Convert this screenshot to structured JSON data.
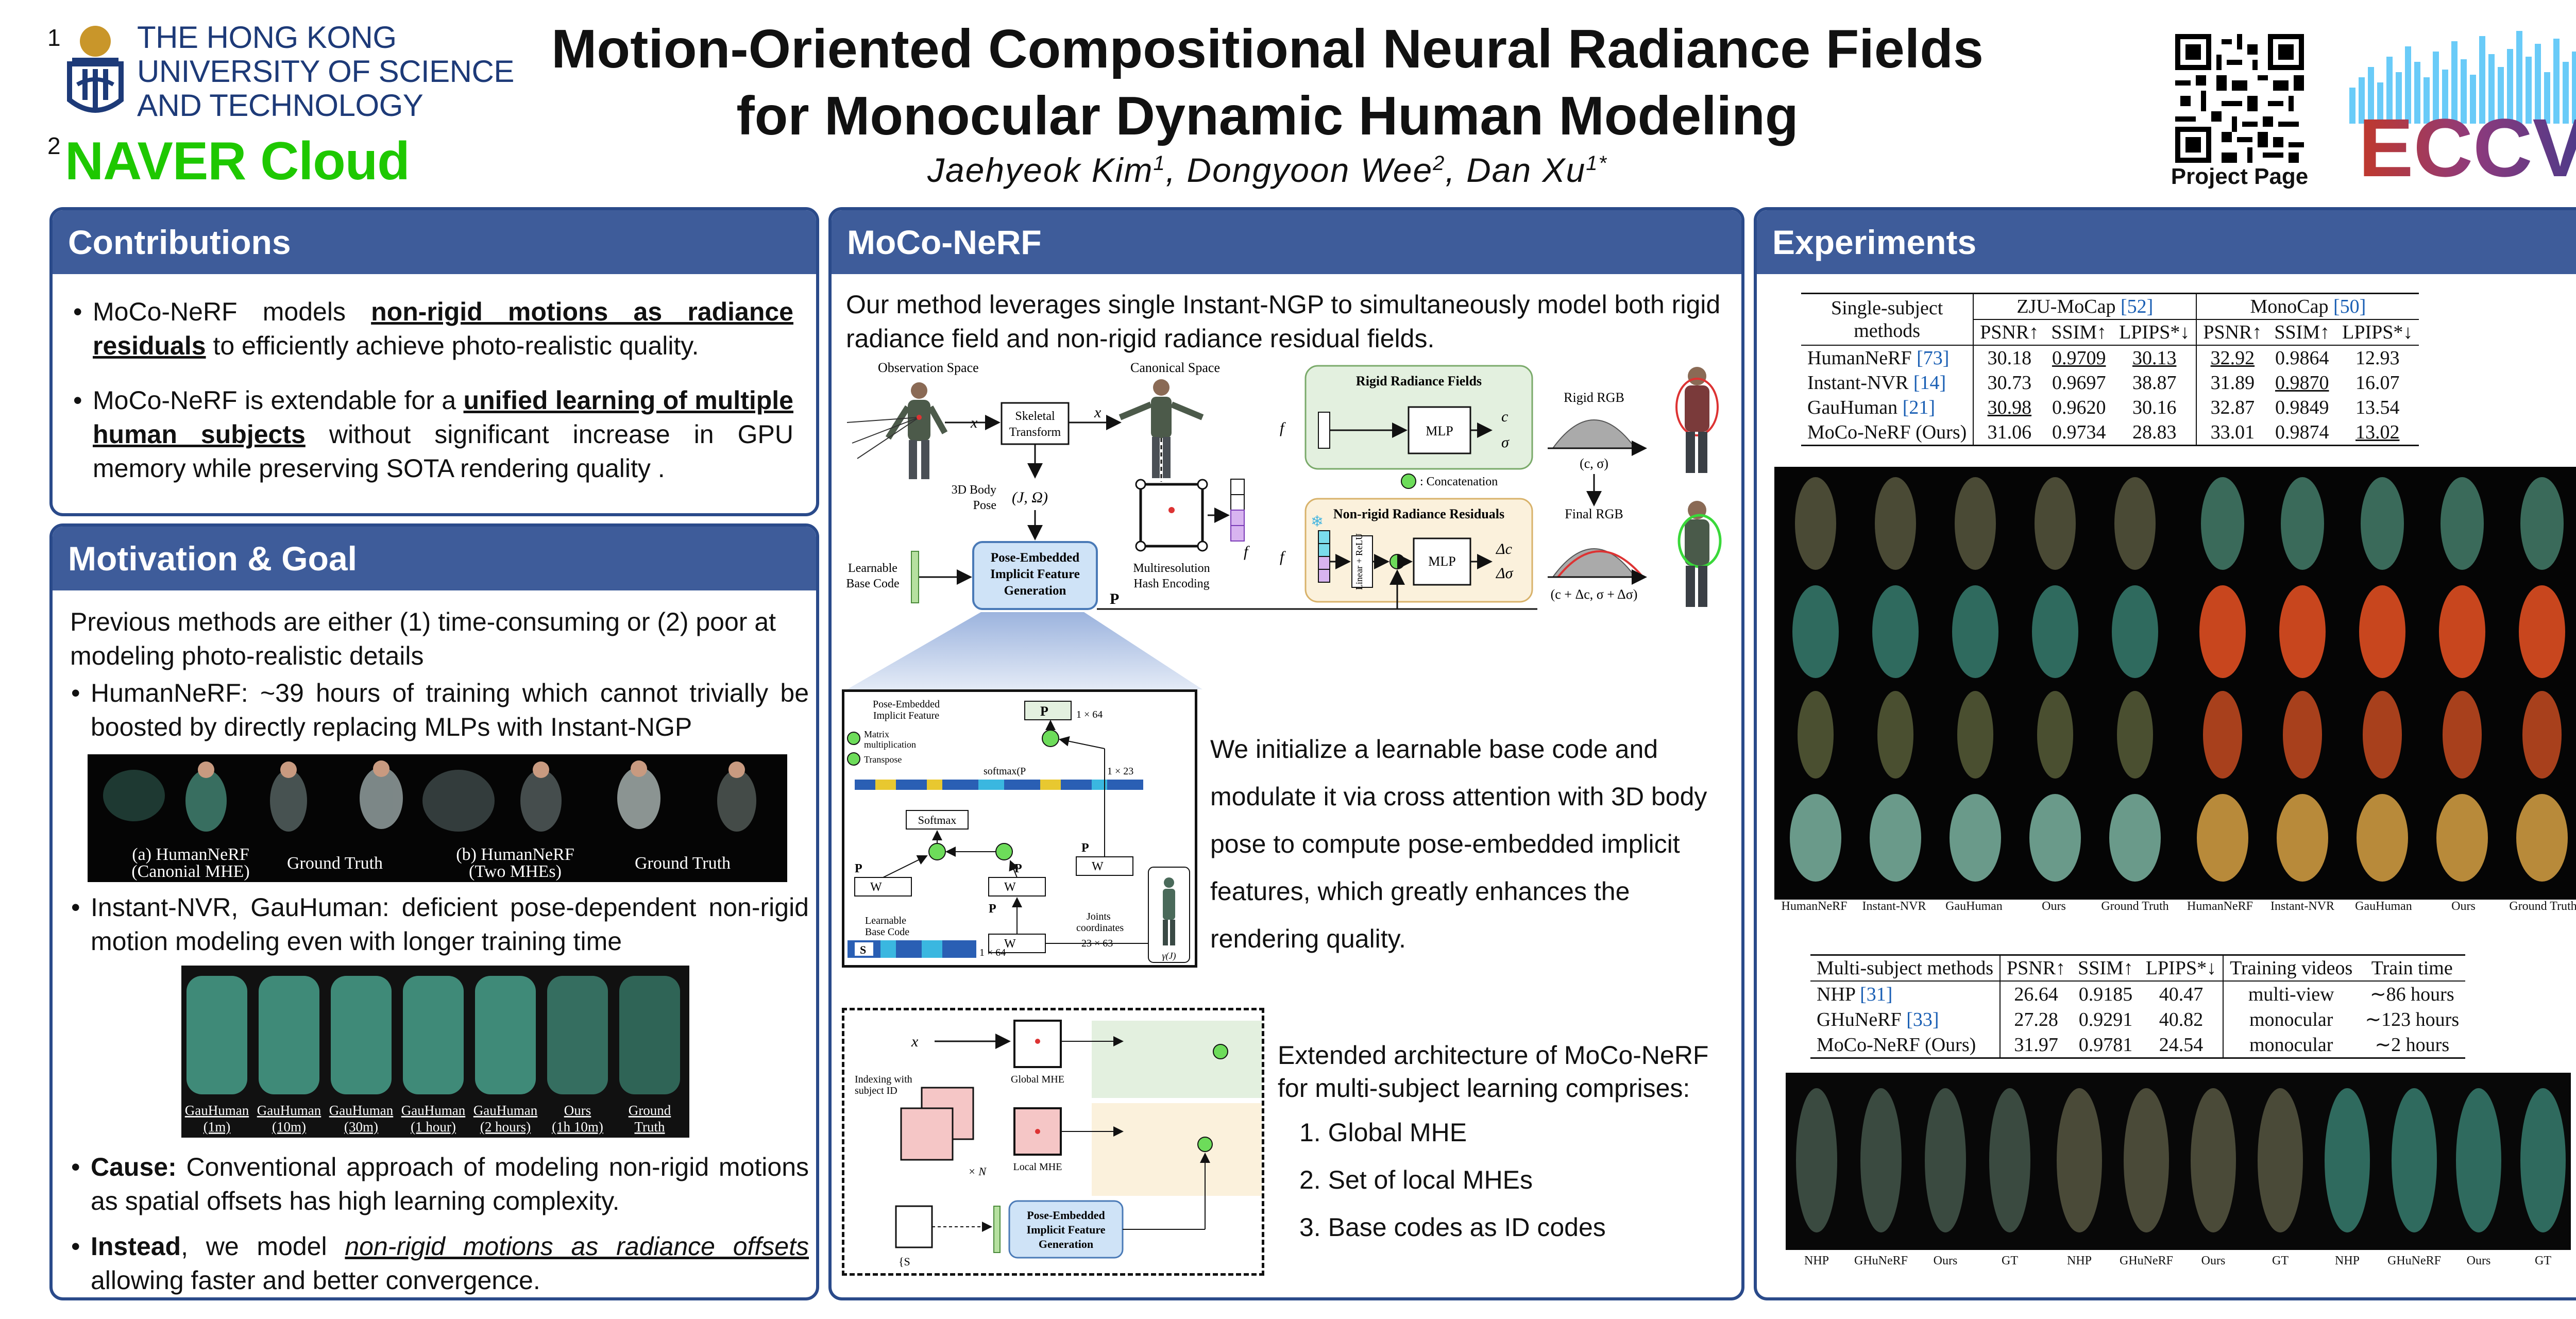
{
  "header": {
    "aff1_num": "1",
    "aff2_num": "2",
    "hkust_lines": [
      "THE HONG KONG",
      "UNIVERSITY OF SCIENCE",
      "AND TECHNOLOGY"
    ],
    "naver": "NAVER Cloud",
    "title_line1": "Motion-Oriented Compositional Neural Radiance Fields",
    "title_line2": "for Monocular Dynamic Human Modeling",
    "authors": [
      {
        "name": "Jaehyeok Kim",
        "sup": "1"
      },
      {
        "name": "Dongyoon Wee",
        "sup": "2"
      },
      {
        "name": "Dan Xu",
        "sup": "1*"
      }
    ],
    "project_page": "Project Page",
    "eccv": "ECCV",
    "colors": {
      "hkust_blue": "#1d3a78",
      "naver_green": "#1ec800",
      "panel_header": "#3e5c9a"
    }
  },
  "contributions": {
    "title": "Contributions",
    "b1": {
      "pre": "MoCo-NeRF models ",
      "em": "non-rigid motions as radiance residuals",
      "post": " to efficiently achieve photo-realistic quality."
    },
    "b2": {
      "pre": "MoCo-NeRF is extendable for a ",
      "em": "unified learning of multiple human subjects",
      "post": " without significant increase in GPU memory while preserving SOTA rendering quality ."
    }
  },
  "motivation": {
    "title": "Motivation & Goal",
    "intro": "Previous methods are either (1) time-consuming or (2) poor at modeling photo-realistic details",
    "b1": "HumanNeRF: ~39 hours of training which cannot trivially be boosted by directly replacing MLPs with Instant-NGP",
    "fig1_captions": [
      {
        "l1": "(a) HumanNeRF",
        "l2": "(Canonial MHE)"
      },
      {
        "l1": "Ground Truth",
        "l2": ""
      },
      {
        "l1": "(b) HumanNeRF",
        "l2": "(Two MHEs)"
      },
      {
        "l1": "Ground Truth",
        "l2": ""
      }
    ],
    "b2": "Instant-NVR, GauHuman: deficient pose-dependent non-rigid motion modeling even with longer training time",
    "fig2_captions": [
      {
        "l1": "GauHuman",
        "l2": "(1m)"
      },
      {
        "l1": "GauHuman",
        "l2": "(10m)"
      },
      {
        "l1": "GauHuman",
        "l2": "(30m)"
      },
      {
        "l1": "GauHuman",
        "l2": "(1 hour)"
      },
      {
        "l1": "GauHuman",
        "l2": "(2 hours)"
      },
      {
        "l1": "Ours",
        "l2": "(1h 10m)"
      },
      {
        "l1": "Ground",
        "l2": "Truth"
      }
    ],
    "b3_label": "Cause:",
    "b3": " Conventional approach of modeling non-rigid motions as spatial offsets has high learning complexity.",
    "b4_label": "Instead",
    "b4_mid": ", we model ",
    "b4_em": "non-rigid motions as radiance offsets",
    "b4_post": " allowing faster and better convergence."
  },
  "moconerf": {
    "title": "MoCo-NeRF",
    "intro": "Our method leverages single Instant-NGP to simultaneously model both rigid radiance field and non-rigid radiance residual fields.",
    "diagram": {
      "observation_space": "Observation Space",
      "canonical_space": "Canonical Space",
      "skeletal": "Skeletal",
      "transform": "Transform",
      "x": "x",
      "xc": "x",
      "body_pose_1": "3D Body",
      "body_pose_2": "Pose",
      "pose_sym": "(J, Ω)",
      "learnable_1": "Learnable",
      "learnable_2": "Base Code",
      "pose_embedded_1": "Pose-Embedded",
      "pose_embedded_2": "Implicit Feature",
      "pose_embedded_3": "Generation",
      "multires_1": "Multiresolution",
      "multires_2": "Hash Encoding",
      "pnr": "P",
      "rigid_fields": "Rigid Radiance Fields",
      "nonrigid_fields": "Non-rigid Radiance Residuals",
      "mlp": "MLP",
      "c": "c",
      "sigma": "σ",
      "dc": "Δc",
      "dsigma": "Δσ",
      "rigid_rgb": "Rigid RGB",
      "rigid_rgb_sym": "(c, σ)",
      "final_rgb": "Final RGB",
      "final_sym": "(c + Δc, σ + Δσ)",
      "concat": ": Concatenation",
      "fx": "f",
      "linear_relu": "Linear + ReLU"
    },
    "attn": {
      "title_1": "Pose-Embedded",
      "title_2": "Implicit Feature",
      "pnr": "P",
      "dim1": "1 × 64",
      "matmul_1": "Matrix",
      "matmul_2": "multiplication",
      "transpose": "Transpose",
      "softmax_expr": "softmax(P",
      "dim23": "1 × 23",
      "softmax": "Softmax",
      "pq": "P",
      "pk": "P",
      "pv": "P",
      "wq": "W",
      "wk": "W",
      "wv": "W",
      "wp": "W",
      "praw": "P",
      "joints_1": "Joints",
      "joints_2": "coordinates",
      "dim2363": "23 × 63",
      "learnable_1": "Learnable",
      "learnable_2": "Base Code",
      "s": "S",
      "dim164": "1 × 64",
      "gamma": "γ(J)"
    },
    "attn_text": "We initialize a learnable base code and modulate it via cross attention with 3D body pose to compute pose-embedded implicit features, which greatly enhances the rendering quality.",
    "multi": {
      "xc": "x",
      "global_mhe": "Global MHE",
      "local_mhe": "Local MHE",
      "indexing_1": "Indexing with",
      "indexing_2": "subject ID",
      "times_n": "× N",
      "si": "{S",
      "pe_1": "Pose-Embedded",
      "pe_2": "Implicit Feature",
      "pe_3": "Generation"
    },
    "ext_intro": "Extended architecture of MoCo-NeRF for multi-subject learning comprises:",
    "ext_items": [
      "1. Global MHE",
      "2. Set of local MHEs",
      "3. Base codes as ID codes"
    ]
  },
  "experiments": {
    "title": "Experiments",
    "table1": {
      "h_single_1": "Single-subject",
      "h_single_2": "methods",
      "h_zju": "ZJU-MoCap",
      "h_zju_ref": "[52]",
      "h_mono": "MonoCap",
      "h_mono_ref": "[50]",
      "cols": [
        "PSNR↑",
        "SSIM↑",
        "LPIPS*↓",
        "PSNR↑",
        "SSIM↑",
        "LPIPS*↓"
      ],
      "rows": [
        {
          "name": "HumanNeRF",
          "ref": "[73]",
          "v": [
            "30.18",
            "0.9709",
            "30.13",
            "32.92",
            "0.9864",
            "12.93"
          ]
        },
        {
          "name": "Instant-NVR",
          "ref": "[14]",
          "v": [
            "30.73",
            "0.9697",
            "38.87",
            "31.89",
            "0.9870",
            "16.07"
          ]
        },
        {
          "name": "GauHuman",
          "ref": "[21]",
          "v": [
            "30.98",
            "0.9620",
            "30.16",
            "32.87",
            "0.9849",
            "13.54"
          ]
        },
        {
          "name": "MoCo-NeRF (Ours)",
          "ref": "",
          "v": [
            "31.06",
            "0.9734",
            "28.83",
            "33.01",
            "0.9874",
            "13.02"
          ]
        }
      ]
    },
    "grid_captions": [
      "HumanNeRF",
      "Instant-NVR",
      "GauHuman",
      "Ours",
      "Ground Truth",
      "HumanNeRF",
      "Instant-NVR",
      "GauHuman",
      "Ours",
      "Ground Truth"
    ],
    "table2": {
      "cols": [
        "Multi-subject methods",
        "PSNR↑",
        "SSIM↑",
        "LPIPS*↓",
        "Training videos",
        "Train time"
      ],
      "rows": [
        {
          "name": "NHP",
          "ref": "[31]",
          "v": [
            "26.64",
            "0.9185",
            "40.47",
            "multi-view",
            "∼86 hours"
          ]
        },
        {
          "name": "GHuNeRF",
          "ref": "[33]",
          "v": [
            "27.28",
            "0.9291",
            "40.82",
            "monocular",
            "∼123 hours"
          ]
        },
        {
          "name": "MoCo-NeRF (Ours)",
          "ref": "",
          "v": [
            "31.97",
            "0.9781",
            "24.54",
            "monocular",
            "∼2 hours"
          ]
        }
      ]
    },
    "strip_captions": [
      "NHP",
      "GHuNeRF",
      "Ours",
      "GT",
      "NHP",
      "GHuNeRF",
      "Ours",
      "GT",
      "NHP",
      "GHuNeRF",
      "Ours",
      "GT"
    ]
  }
}
